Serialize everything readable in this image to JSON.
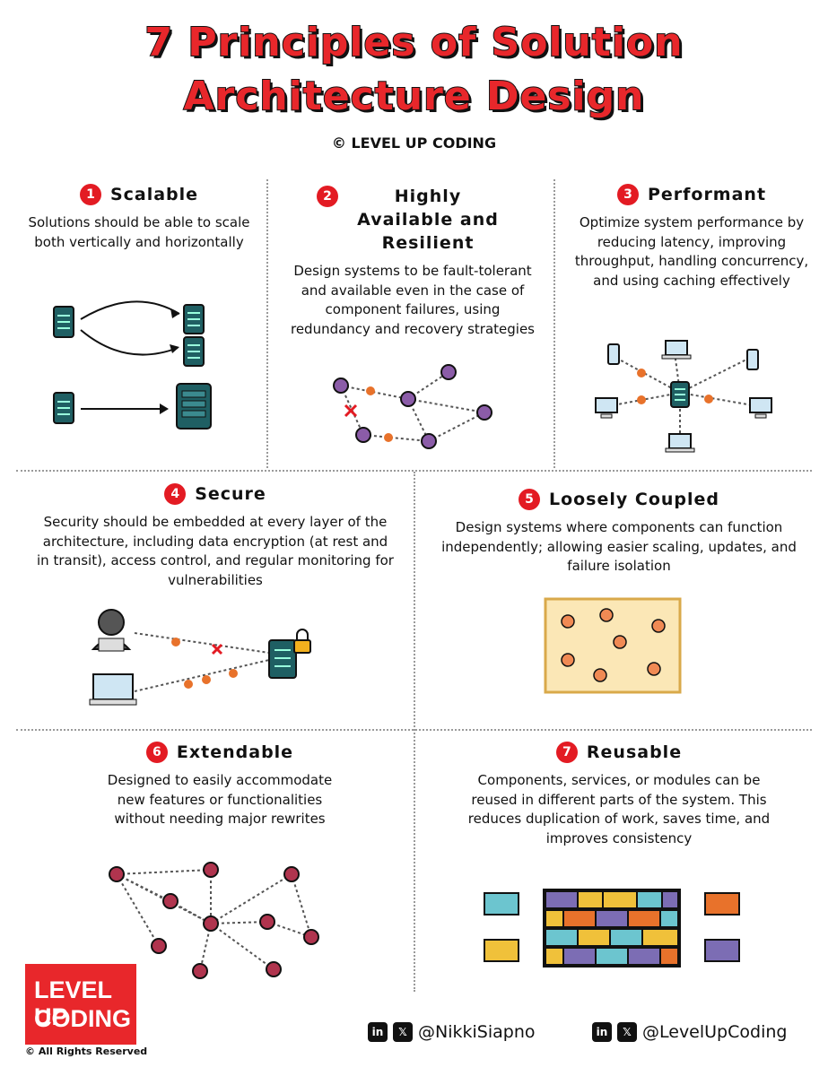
{
  "title_line1": "7 Principles of Solution",
  "title_line2": "Architecture Design",
  "copyright": "© LEVEL UP CODING",
  "principles": [
    {
      "num": "1",
      "title": "Scalable",
      "desc": "Solutions should be able to scale both vertically and horizontally"
    },
    {
      "num": "2",
      "title": "Highly Available and Resilient",
      "desc": "Design systems to be fault-tolerant and available even in the case of component failures, using redundancy and recovery strategies"
    },
    {
      "num": "3",
      "title": "Performant",
      "desc": "Optimize system performance by reducing latency, improving throughput, handling concurrency, and using caching effectively"
    },
    {
      "num": "4",
      "title": "Secure",
      "desc": "Security should be embedded at every layer of the architecture, including data encryption (at rest and in transit), access control, and regular monitoring for vulnerabilities"
    },
    {
      "num": "5",
      "title": "Loosely Coupled",
      "desc": "Design systems where components can function independently; allowing easier scaling, updates, and failure isolation"
    },
    {
      "num": "6",
      "title": "Extendable",
      "desc": "Designed to easily accommodate new features or functionalities without needing major rewrites"
    },
    {
      "num": "7",
      "title": "Reusable",
      "desc": "Components, services, or modules can be reused in different parts of the system. This reduces duplication of work, saves time, and improves consistency"
    }
  ],
  "logo": {
    "line1": "LEVEL UP",
    "line2": "CODING"
  },
  "rights": "© All Rights Reserved",
  "social": [
    {
      "li": "in",
      "x": "𝕏",
      "handle": "@NikkiSiapno"
    },
    {
      "li": "in",
      "x": "𝕏",
      "handle": "@LevelUpCoding"
    }
  ],
  "colors": {
    "accent": "#e8272b",
    "server": "#1f5f63",
    "node_purple": "#8b5ca8",
    "node_red": "#b0344e",
    "dot_orange": "#e8722b"
  }
}
